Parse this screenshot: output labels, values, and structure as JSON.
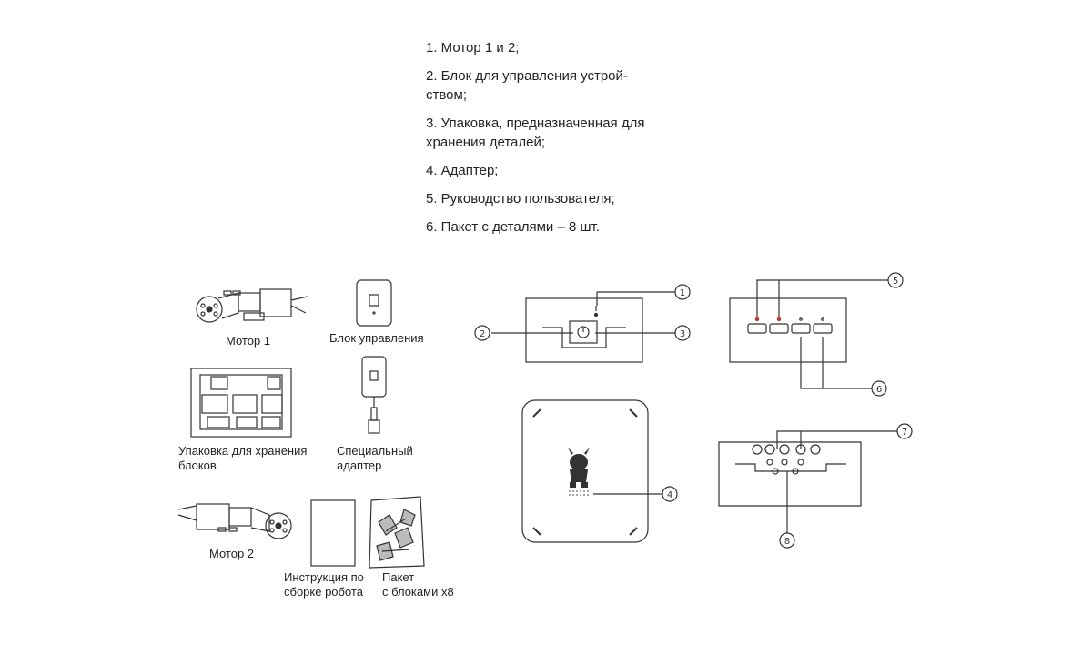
{
  "contents_list": [
    "1. Мотор 1 и 2;",
    "2. Блок для управления устрой-\nством;",
    "3. Упаковка, предназначенная для\nхранения деталей;",
    "4. Адаптер;",
    "5. Руководство пользователя;",
    "6. Пакет с деталями – 8 шт."
  ],
  "parts": {
    "motor1": "Мотор 1",
    "control_block": "Блок управления",
    "packaging": "Упаковка для хранения\nблоков",
    "adapter": "Специальный\nадаптер",
    "motor2": "Мотор 2",
    "manual": "Инструкция по\nсборке робота",
    "bag": "Пакет\nс блоками х8"
  },
  "callouts": [
    "1",
    "2",
    "3",
    "4",
    "5",
    "6",
    "7",
    "8"
  ],
  "colors": {
    "line": "#333333",
    "accent": "#c0392b"
  }
}
